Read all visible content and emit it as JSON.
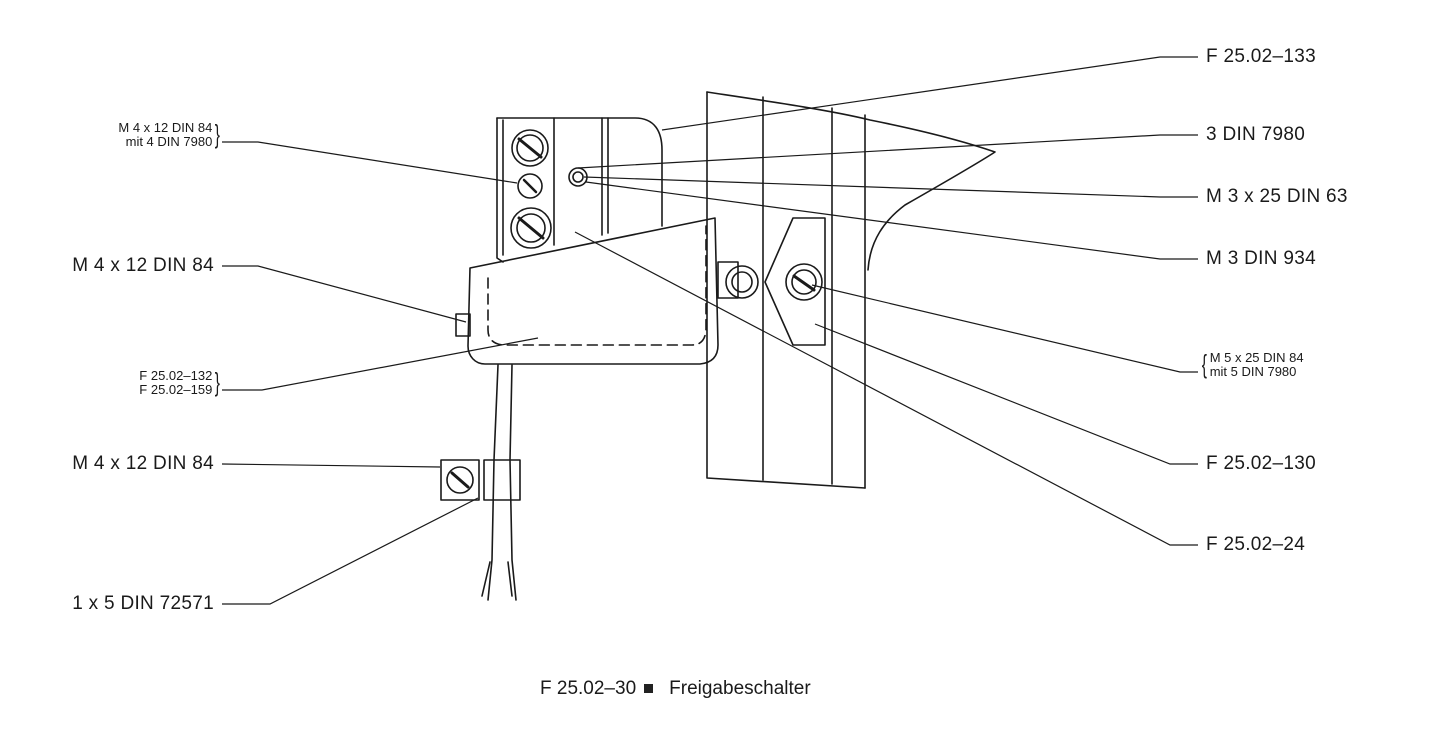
{
  "labels": {
    "f133": "F  25.02–133",
    "din7980": "3  DIN 7980",
    "m3x25": "M  3 x 25  DIN 63",
    "m3din934": "M  3  DIN 934",
    "m5x25_line1": "M  5 x 25  DIN 84",
    "m5x25_line2": "mit  5  DIN 7980",
    "f130": "F  25.02–130",
    "f24": "F  25.02–24",
    "m4x12_small_line1": "M  4 x 12  DIN 84",
    "m4x12_small_line2": "mit  4  DIN 7980",
    "m4x12_a": "M  4 x 12  DIN 84",
    "f132": "F  25.02–132",
    "f159": "F  25.02–159",
    "m4x12_b": "M  4 x 12  DIN 84",
    "din72571": "1 x 5  DIN 72571"
  },
  "caption": {
    "code": "F  25.02–30",
    "title": "Freigabeschalter"
  }
}
